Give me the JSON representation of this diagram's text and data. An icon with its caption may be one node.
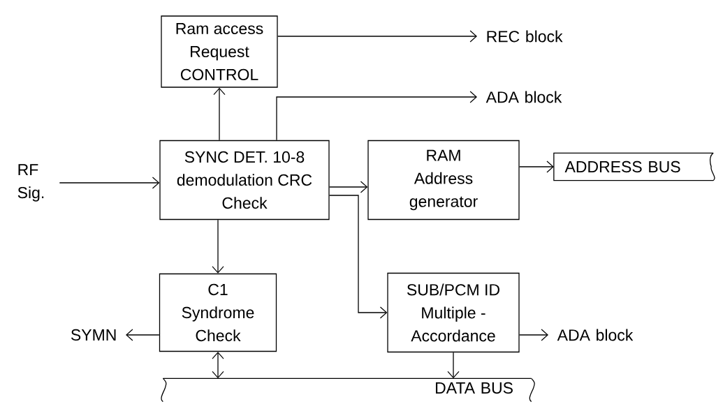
{
  "diagram": {
    "nodes": [
      {
        "text": [
          "Ram access Request CONTROL"
        ]
      },
      {
        "text": [
          "REC block"
        ]
      },
      {
        "text": [
          "ADA block"
        ]
      },
      {
        "text": [
          "RF Sig."
        ]
      },
      {
        "text": [
          "SYNC DET. 10-8 demodulation CRC Check"
        ]
      },
      {
        "text": [
          "RAM Address generator"
        ]
      },
      {
        "text": [
          "ADDRESS BUS"
        ]
      },
      {
        "text": [
          "SYMN"
        ]
      },
      {
        "text": [
          "C1 Syndrome Check"
        ]
      },
      {
        "text": [
          "SUB/PCM ID Multiple - Accordance"
        ]
      },
      {
        "text": [
          "ADA block"
        ]
      },
      {
        "text": [
          "DATA BUS"
        ]
      }
    ],
    "edges": [
      {
        "from": 4,
        "to": 0,
        "arrow": "to"
      },
      {
        "from": 0,
        "to": 1,
        "arrow": "to"
      },
      {
        "from": 4,
        "to": 2,
        "arrow": "to"
      },
      {
        "from": 3,
        "to": 4,
        "arrow": "to"
      },
      {
        "from": 4,
        "to": 5,
        "arrow": "to"
      },
      {
        "from": 5,
        "to": 6,
        "arrow": "to"
      },
      {
        "from": 4,
        "to": 9,
        "arrow": "to"
      },
      {
        "from": 4,
        "to": 8,
        "arrow": "to"
      },
      {
        "from": 8,
        "to": 7,
        "arrow": "to"
      },
      {
        "from": 9,
        "to": 10,
        "arrow": "to"
      },
      {
        "from": 8,
        "to": 11,
        "arrow": "both"
      },
      {
        "from": 9,
        "to": 11,
        "arrow": "to"
      }
    ]
  }
}
